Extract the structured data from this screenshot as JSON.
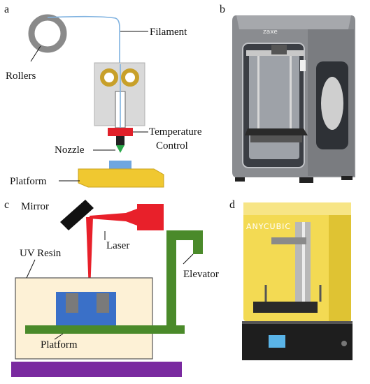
{
  "figure": {
    "panels": {
      "a": {
        "letter": "a",
        "labels": {
          "rollers": "Rollers",
          "filament": "Filament",
          "temperature_control_line1": "Temperature",
          "temperature_control_line2": "Control",
          "nozzle": "Nozzle",
          "platform": "Platform"
        }
      },
      "b": {
        "letter": "b",
        "brand": "zaxe"
      },
      "c": {
        "letter": "c",
        "labels": {
          "mirror": "Mirror",
          "laser": "Laser",
          "uv_resin": "UV Resin",
          "elevator": "Elevator",
          "platform": "Platform"
        }
      },
      "d": {
        "letter": "d",
        "brand": "ANYCUBIC"
      }
    },
    "colors": {
      "filament": "#7fb2e0",
      "roller_ring": "#c8a02a",
      "nozzle_block": "#d8d8d8",
      "heater": "#e0202a",
      "nozzle_tip": "#2aa84a",
      "print_object": "#6ea6e0",
      "fdm_platform": "#f0c830",
      "laser": "#e8202a",
      "mirror": "#111111",
      "resin_tank": "#fdf1d6",
      "part": "#3a70c8",
      "part_support": "#7a7a7a",
      "elevator": "#4a8a2a",
      "base": "#7a2aa0",
      "printer_b_body": "#8a8c90",
      "printer_d_cover": "#f2d84a"
    }
  }
}
